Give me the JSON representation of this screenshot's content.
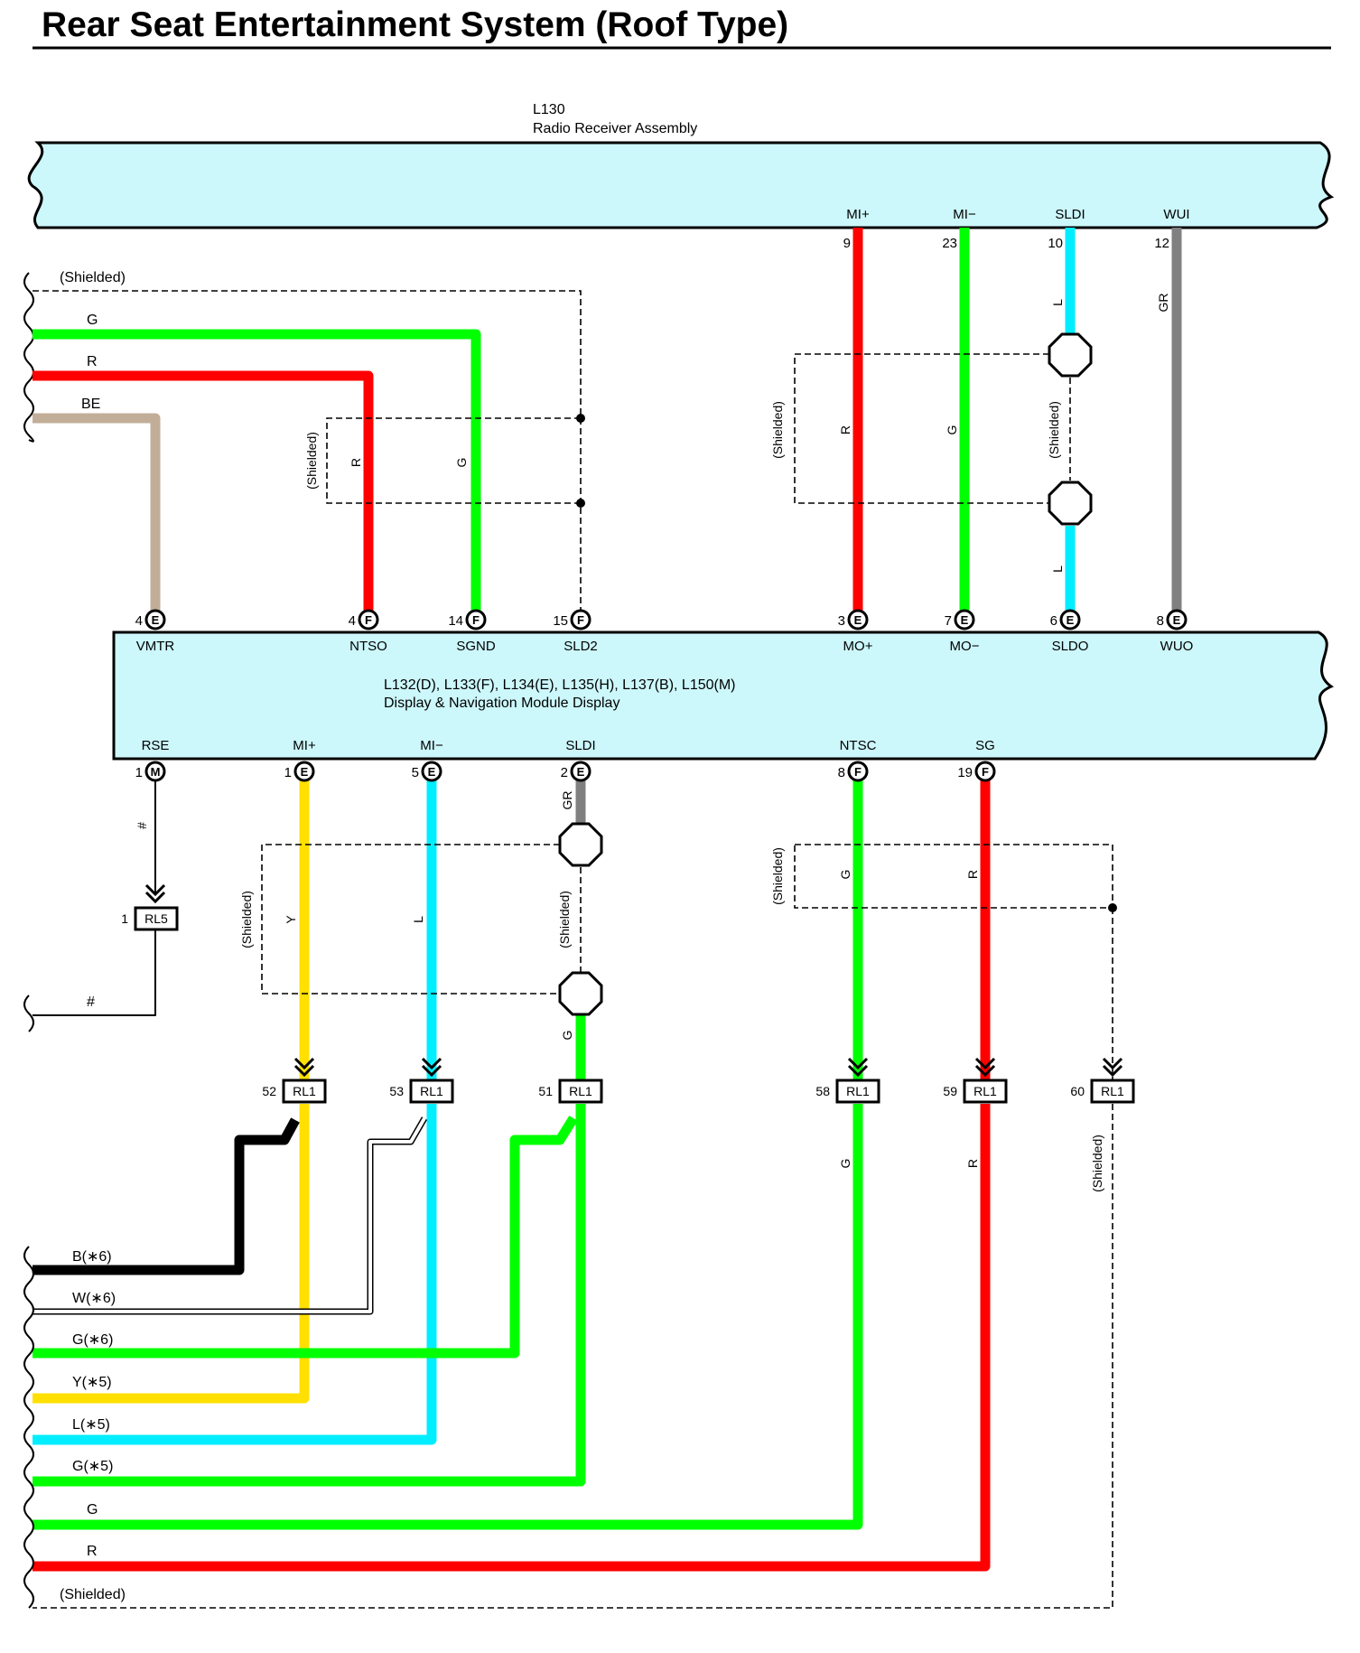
{
  "title": "Rear Seat Entertainment System (Roof Type)",
  "colors": {
    "component_fill": "#ccf7fb",
    "red": "#ff0000",
    "green": "#00ff00",
    "lightblue": "#00eeff",
    "gray": "#808080",
    "tan": "#c2ae98",
    "yellow": "#ffe000",
    "black": "#000000",
    "white": "#ffffff"
  },
  "radio": {
    "code": "L130",
    "name": "Radio Receiver Assembly",
    "pins": [
      {
        "signal": "MI+",
        "num": "9",
        "color": "R"
      },
      {
        "signal": "MI−",
        "num": "23",
        "color": "G"
      },
      {
        "signal": "SLDI",
        "num": "10",
        "color": "L"
      },
      {
        "signal": "WUI",
        "num": "12",
        "color": "GR"
      }
    ]
  },
  "display": {
    "code": "L132(D), L133(F), L134(E), L135(H), L137(B), L150(M)",
    "name": "Display & Navigation Module Display",
    "top_pins": [
      {
        "signal": "VMTR",
        "num": "4",
        "conn": "E"
      },
      {
        "signal": "NTSO",
        "num": "4",
        "conn": "F"
      },
      {
        "signal": "SGND",
        "num": "14",
        "conn": "F"
      },
      {
        "signal": "SLD2",
        "num": "15",
        "conn": "F"
      },
      {
        "signal": "MO+",
        "num": "3",
        "conn": "E"
      },
      {
        "signal": "MO−",
        "num": "7",
        "conn": "E"
      },
      {
        "signal": "SLDO",
        "num": "6",
        "conn": "E"
      },
      {
        "signal": "WUO",
        "num": "8",
        "conn": "E"
      }
    ],
    "bottom_pins": [
      {
        "signal": "RSE",
        "num": "1",
        "conn": "M"
      },
      {
        "signal": "MI+",
        "num": "1",
        "conn": "E"
      },
      {
        "signal": "MI−",
        "num": "5",
        "conn": "E"
      },
      {
        "signal": "SLDI",
        "num": "2",
        "conn": "E"
      },
      {
        "signal": "NTSC",
        "num": "8",
        "conn": "F"
      },
      {
        "signal": "SG",
        "num": "19",
        "conn": "F"
      }
    ]
  },
  "left_top_wires": [
    {
      "label": "(Shielded)"
    },
    {
      "label": "G"
    },
    {
      "label": "R"
    },
    {
      "label": "BE"
    }
  ],
  "shield_label": "(Shielded)",
  "vertical_labels": {
    "r": "R",
    "g": "G",
    "l": "L",
    "gr": "GR",
    "y": "Y",
    "hash": "#"
  },
  "rl5": {
    "name": "RL5",
    "pin": "1"
  },
  "rl1": [
    {
      "name": "RL1",
      "pin": "52"
    },
    {
      "name": "RL1",
      "pin": "53"
    },
    {
      "name": "RL1",
      "pin": "51"
    },
    {
      "name": "RL1",
      "pin": "58"
    },
    {
      "name": "RL1",
      "pin": "59"
    },
    {
      "name": "RL1",
      "pin": "60"
    }
  ],
  "hash_label": "#",
  "bottom_wires": [
    {
      "label": "B(∗6)"
    },
    {
      "label": "W(∗6)"
    },
    {
      "label": "G(∗6)"
    },
    {
      "label": "Y(∗5)"
    },
    {
      "label": "L(∗5)"
    },
    {
      "label": "G(∗5)"
    },
    {
      "label": "G"
    },
    {
      "label": "R"
    },
    {
      "label": "(Shielded)"
    }
  ]
}
